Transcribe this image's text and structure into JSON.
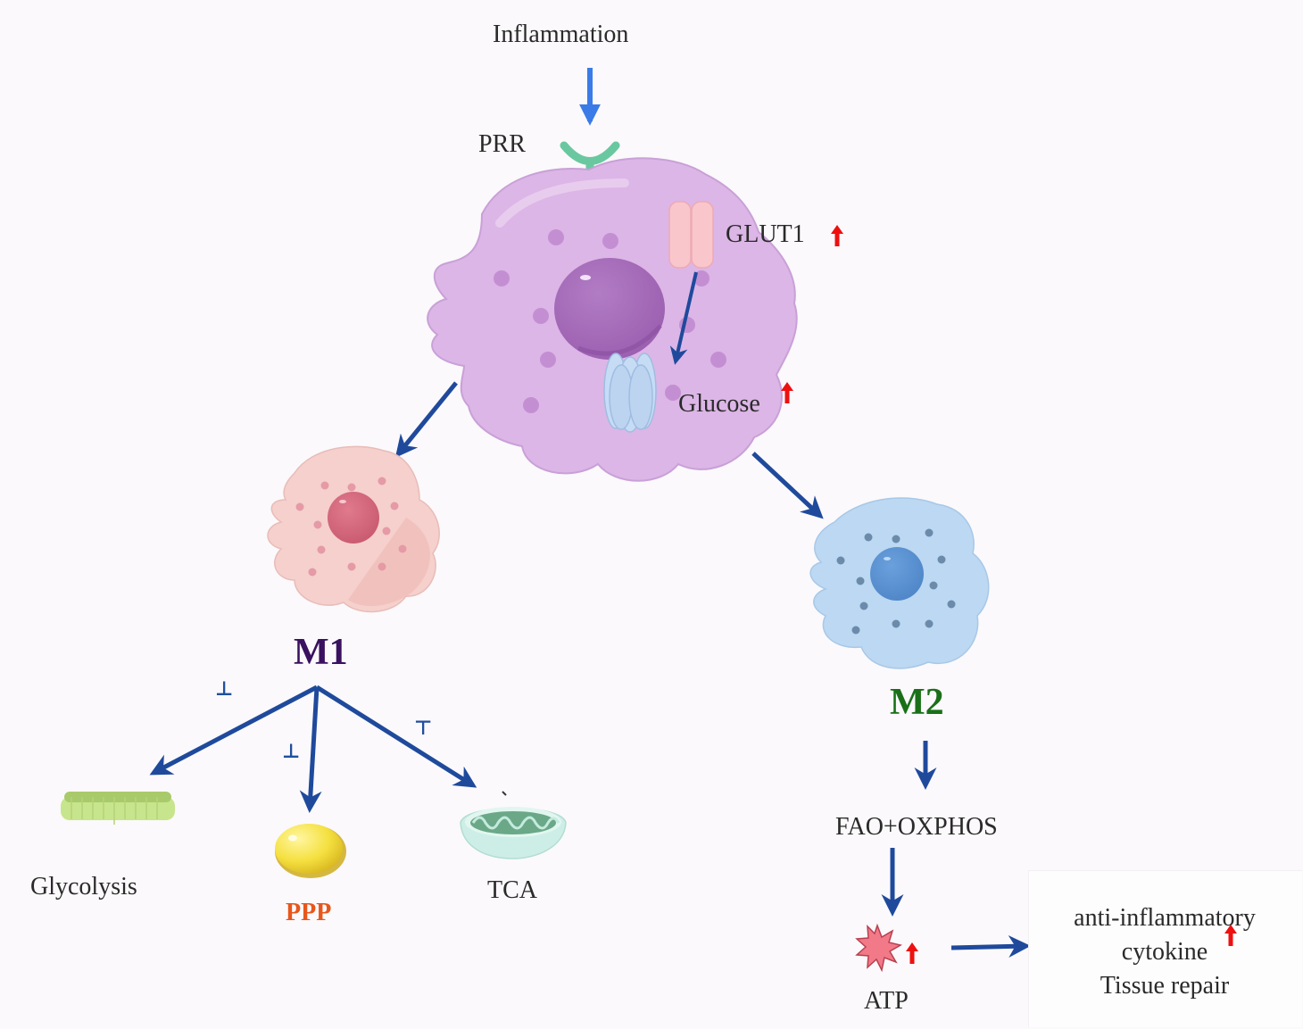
{
  "title": "Macrophage metabolic reprogramming in inflammation",
  "colors": {
    "arrow_dark": "#1f4a9c",
    "arrow_light": "#3b7be8",
    "up_arrow": "#ee1010",
    "resting_cell": "#dcb6e6",
    "m1_cell": "#f5d0cc",
    "m2_cell": "#bcd8f2",
    "m1_label": "#3a1060",
    "m2_label": "#1a7018",
    "ppp_label": "#e8561c"
  },
  "stimulus": {
    "label": "Inflammation",
    "icon": "arrow-down-icon"
  },
  "resting_macrophage": {
    "receptor_label": "PRR",
    "transporter_label": "GLUT1",
    "transporter_change": "up",
    "substrate_label": "Glucose",
    "substrate_change": "up"
  },
  "m1": {
    "label": "M1",
    "pathways": [
      {
        "label": "Glycolysis",
        "icon": "membrane-bilayer-icon",
        "regulation_mark": "⊥"
      },
      {
        "label": "PPP",
        "icon": "lipid-droplet-icon",
        "regulation_mark": "⊥"
      },
      {
        "label": "TCA",
        "icon": "mitochondrion-icon",
        "regulation_mark": "⊤"
      }
    ]
  },
  "m2": {
    "label": "M2",
    "pathway_label": "FAO+OXPHOS",
    "product_label": "ATP",
    "product_change": "up",
    "outcome_lines": [
      "anti-inflammatory",
      "cytokine",
      "Tissue repair"
    ],
    "outcome_change": "up"
  }
}
